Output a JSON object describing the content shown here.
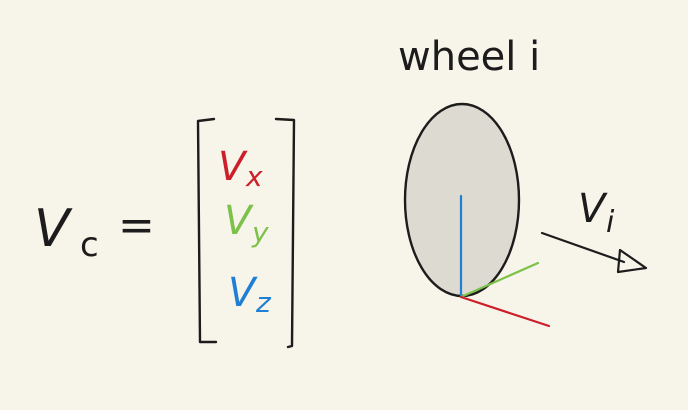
{
  "equation": {
    "lhs_symbol": "V",
    "lhs_subscript": "c",
    "equals": "=",
    "components": [
      {
        "symbol": "V",
        "subscript": "x",
        "color": "#cc1f2a"
      },
      {
        "symbol": "V",
        "subscript": "y",
        "color": "#7cc24a"
      },
      {
        "symbol": "V",
        "subscript": "z",
        "color": "#1f7fd4"
      }
    ]
  },
  "wheel": {
    "title": "wheel i",
    "fill_color": "#dcdad1",
    "outline_color": "#1c1c1c",
    "axis_colors": {
      "x": "#cc1f2a",
      "y": "#7cc24a",
      "z": "#1f7fd4"
    }
  },
  "velocity": {
    "symbol": "V",
    "subscript": "i"
  },
  "colors": {
    "background": "#f7f4e9",
    "ink": "#1c1c1c"
  }
}
